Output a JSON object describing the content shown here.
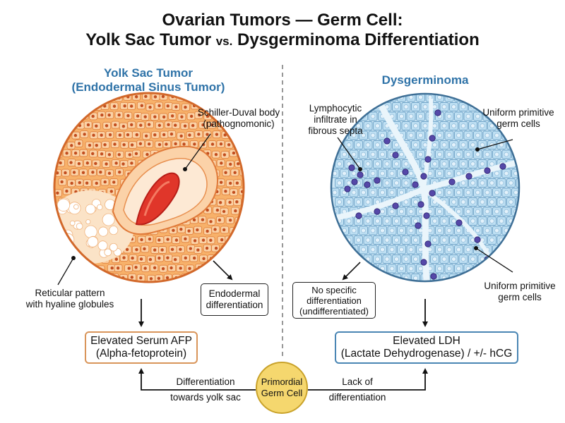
{
  "title": {
    "line1": "Ovarian Tumors — Germ Cell:",
    "line2_a": "Yolk Sac Tumor ",
    "line2_vs": "vs.",
    "line2_b": " Dysgerminoma Differentiation"
  },
  "left": {
    "heading_line1": "Yolk Sac Tumor",
    "heading_line2": "(Endodermal Sinus Tumor)",
    "schiller_line1": "Schiller-Duval body",
    "schiller_line2": "(pathognomonic)",
    "reticular_line1": "Reticular pattern",
    "reticular_line2": "with hyaline globules",
    "endo_line1": "Endodermal",
    "endo_line2": "differentiation",
    "result_line1": "Elevated Serum AFP",
    "result_line2": "(Alpha-fetoprotein)"
  },
  "right": {
    "heading": "Dysgerminoma",
    "lympho_line1": "Lymphocytic",
    "lympho_line2": "infiltrate in",
    "lympho_line3": "fibrous septa",
    "uniform_top_line1": "Uniform primitive",
    "uniform_top_line2": "germ cells",
    "uniform_bottom_line1": "Uniform primitive",
    "uniform_bottom_line2": "germ cells",
    "nospec_line1": "No specific",
    "nospec_line2": "differentiation",
    "nospec_line3": "(undifferentiated)",
    "result_line1": "Elevated LDH",
    "result_line2": "(Lactate Dehydrogenase) / +/- hCG"
  },
  "bottom": {
    "pgc_line1": "Primordial",
    "pgc_line2": "Germ Cell",
    "left_arrow_line1": "Differentiation",
    "left_arrow_line2": "towards yolk sac",
    "right_arrow_line1": "Lack of",
    "right_arrow_line2": "differentiation"
  },
  "colors": {
    "heading_blue": "#2f73a8",
    "yolk_orange": "#f2a65c",
    "yolk_red": "#e0362a",
    "dysgerm_blue": "#bfe0f3",
    "lymphocyte_purple": "#4a3b96",
    "pgc_yellow": "#f5d76e"
  }
}
